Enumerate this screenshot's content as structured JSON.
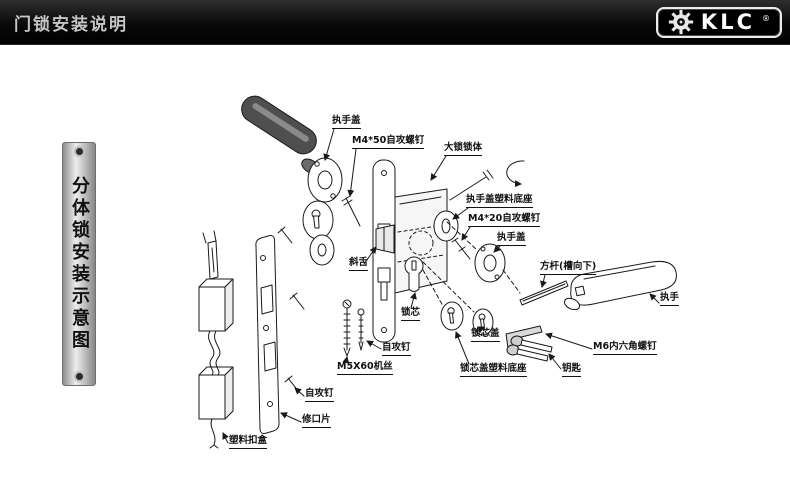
{
  "header": {
    "title": "门锁安装说明",
    "brand": {
      "name": "KLC",
      "registered": "®"
    }
  },
  "side_banner": {
    "text": "分体锁安装示意图"
  },
  "diagram": {
    "labels": [
      {
        "id": "handle-cover-top",
        "text": "执手盖"
      },
      {
        "id": "m4x50-screws",
        "text": "M4*50自攻螺钉"
      },
      {
        "id": "lock-body",
        "text": "大锁锁体"
      },
      {
        "id": "handle-cover-plastic-base",
        "text": "执手盖塑料底座"
      },
      {
        "id": "m4x20-screws",
        "text": "M4*20自攻螺钉"
      },
      {
        "id": "handle-cover-right",
        "text": "执手盖"
      },
      {
        "id": "square-rod",
        "text": "方杆(槽向下)"
      },
      {
        "id": "handle",
        "text": "执手"
      },
      {
        "id": "latch-bolt",
        "text": "斜舌"
      },
      {
        "id": "lock-cylinder",
        "text": "锁芯"
      },
      {
        "id": "self-tapping-screw-mid",
        "text": "自攻钉"
      },
      {
        "id": "m5x60-machine-screw",
        "text": "M5X60机丝"
      },
      {
        "id": "cylinder-cover",
        "text": "锁芯盖"
      },
      {
        "id": "cylinder-cover-plastic-base",
        "text": "锁芯盖塑料底座"
      },
      {
        "id": "m6-hex-screws",
        "text": "M6内六角螺钉"
      },
      {
        "id": "key",
        "text": "钥匙"
      },
      {
        "id": "self-tapping-screw-left",
        "text": "自攻钉"
      },
      {
        "id": "trim-plate",
        "text": "修口片"
      },
      {
        "id": "plastic-buckle-box",
        "text": "塑料扣盒"
      }
    ]
  },
  "colors": {
    "header_bg": "#0a0a0a",
    "header_text": "#c6c6c6",
    "diagram_line": "#1a1a1a",
    "banner_metal": "#cdcdcd"
  }
}
